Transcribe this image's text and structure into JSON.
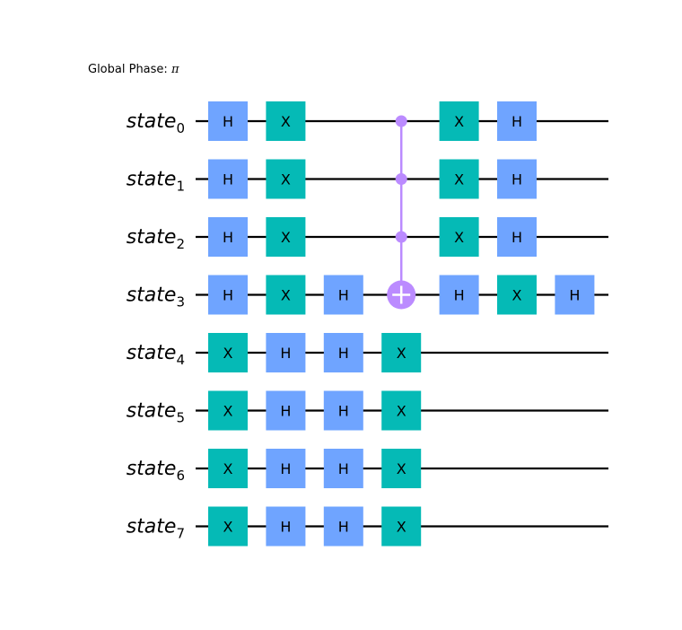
{
  "global_phase": {
    "label": "Global Phase: ",
    "value": "π"
  },
  "qubits": [
    {
      "name": "state",
      "index": "0"
    },
    {
      "name": "state",
      "index": "1"
    },
    {
      "name": "state",
      "index": "2"
    },
    {
      "name": "state",
      "index": "3"
    },
    {
      "name": "state",
      "index": "4"
    },
    {
      "name": "state",
      "index": "5"
    },
    {
      "name": "state",
      "index": "6"
    },
    {
      "name": "state",
      "index": "7"
    }
  ],
  "colors": {
    "h_gate": "#6fa4ff",
    "x_gate": "#05bab6",
    "mcx": "#bb8bff",
    "wire": "#000000"
  },
  "gates": [
    {
      "type": "H",
      "label": "H",
      "qubit": 0,
      "column": 0
    },
    {
      "type": "H",
      "label": "H",
      "qubit": 1,
      "column": 0
    },
    {
      "type": "H",
      "label": "H",
      "qubit": 2,
      "column": 0
    },
    {
      "type": "H",
      "label": "H",
      "qubit": 3,
      "column": 0
    },
    {
      "type": "X",
      "label": "X",
      "qubit": 4,
      "column": 0
    },
    {
      "type": "X",
      "label": "X",
      "qubit": 5,
      "column": 0
    },
    {
      "type": "X",
      "label": "X",
      "qubit": 6,
      "column": 0
    },
    {
      "type": "X",
      "label": "X",
      "qubit": 7,
      "column": 0
    },
    {
      "type": "X",
      "label": "X",
      "qubit": 0,
      "column": 1
    },
    {
      "type": "X",
      "label": "X",
      "qubit": 1,
      "column": 1
    },
    {
      "type": "X",
      "label": "X",
      "qubit": 2,
      "column": 1
    },
    {
      "type": "X",
      "label": "X",
      "qubit": 3,
      "column": 1
    },
    {
      "type": "H",
      "label": "H",
      "qubit": 4,
      "column": 1
    },
    {
      "type": "H",
      "label": "H",
      "qubit": 5,
      "column": 1
    },
    {
      "type": "H",
      "label": "H",
      "qubit": 6,
      "column": 1
    },
    {
      "type": "H",
      "label": "H",
      "qubit": 7,
      "column": 1
    },
    {
      "type": "H",
      "label": "H",
      "qubit": 3,
      "column": 2
    },
    {
      "type": "H",
      "label": "H",
      "qubit": 4,
      "column": 2
    },
    {
      "type": "H",
      "label": "H",
      "qubit": 5,
      "column": 2
    },
    {
      "type": "H",
      "label": "H",
      "qubit": 6,
      "column": 2
    },
    {
      "type": "H",
      "label": "H",
      "qubit": 7,
      "column": 2
    },
    {
      "type": "X",
      "label": "X",
      "qubit": 4,
      "column": 3
    },
    {
      "type": "X",
      "label": "X",
      "qubit": 5,
      "column": 3
    },
    {
      "type": "X",
      "label": "X",
      "qubit": 6,
      "column": 3
    },
    {
      "type": "X",
      "label": "X",
      "qubit": 7,
      "column": 3
    },
    {
      "type": "X",
      "label": "X",
      "qubit": 0,
      "column": 4
    },
    {
      "type": "X",
      "label": "X",
      "qubit": 1,
      "column": 4
    },
    {
      "type": "X",
      "label": "X",
      "qubit": 2,
      "column": 4
    },
    {
      "type": "H",
      "label": "H",
      "qubit": 3,
      "column": 4
    },
    {
      "type": "H",
      "label": "H",
      "qubit": 0,
      "column": 5
    },
    {
      "type": "H",
      "label": "H",
      "qubit": 1,
      "column": 5
    },
    {
      "type": "H",
      "label": "H",
      "qubit": 2,
      "column": 5
    },
    {
      "type": "X",
      "label": "X",
      "qubit": 3,
      "column": 5
    },
    {
      "type": "H",
      "label": "H",
      "qubit": 3,
      "column": 6
    }
  ],
  "multi_controlled_x": {
    "controls": [
      0,
      1,
      2
    ],
    "target": 3,
    "column": 3
  }
}
